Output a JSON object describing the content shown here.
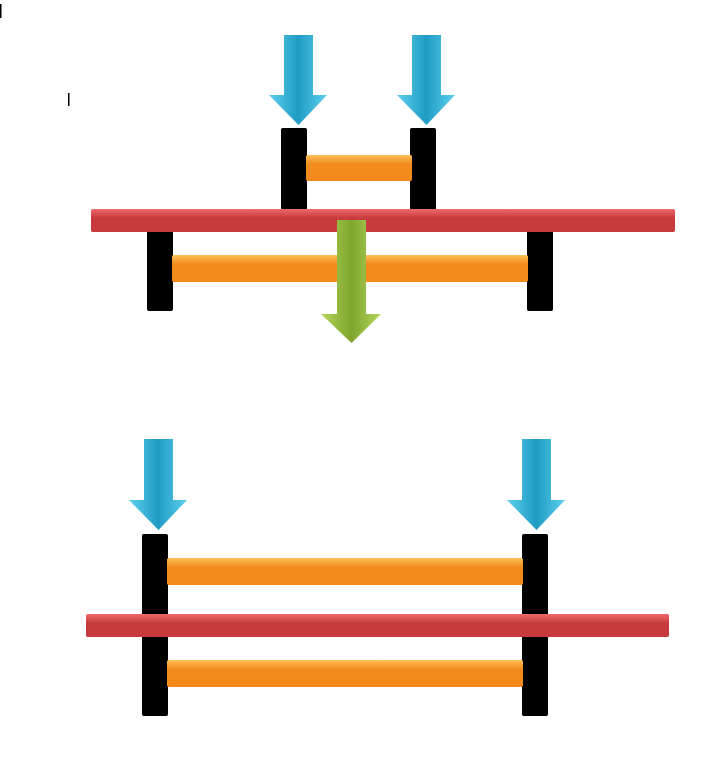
{
  "colors": {
    "blue_light": "#5fd0ee",
    "blue_dark": "#1e9bc4",
    "orange_light": "#ffc15a",
    "orange_dark": "#f28a1c",
    "red_light": "#ef6a6c",
    "red_dark": "#c73a3d",
    "green_light": "#b4d65a",
    "green_dark": "#7fa52e",
    "black": "#000000"
  },
  "diagram": {
    "top_group": {
      "arrows_in": 2,
      "arrow_out": "green-down"
    },
    "bottom_group": {
      "arrows_in": 2
    }
  }
}
